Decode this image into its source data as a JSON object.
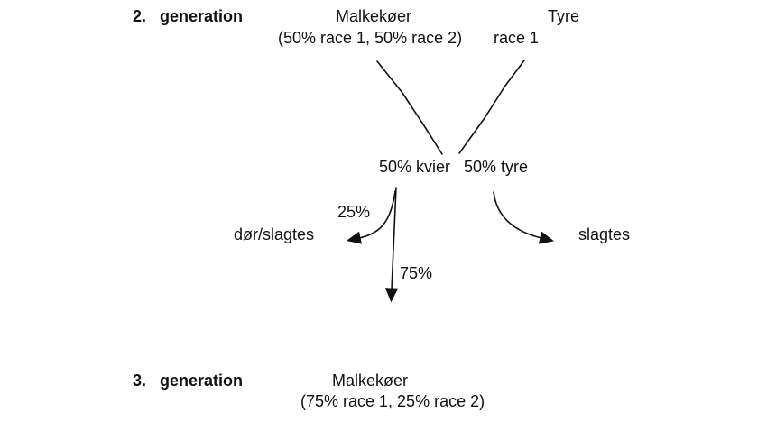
{
  "colors": {
    "background": "#ffffff",
    "ink": "#111111"
  },
  "generation2": {
    "number": "2.",
    "label": "generation",
    "dams_title": "Malkekøer",
    "dams_subtitle": "(50% race 1, 50% race 2)",
    "sires_title": "Tyre",
    "sires_subtitle": "race 1"
  },
  "offspring": {
    "heifers": "50% kvier",
    "bulls": "50% tyre"
  },
  "branches": {
    "heifers_cull_pct": "25%",
    "heifers_cull_label": "dør/slagtes",
    "heifers_keep_pct": "75%",
    "bulls_label": "slagtes"
  },
  "generation3": {
    "number": "3.",
    "label": "generation",
    "dams_title": "Malkekøer",
    "dams_subtitle": "(75% race 1, 25% race 2)"
  }
}
